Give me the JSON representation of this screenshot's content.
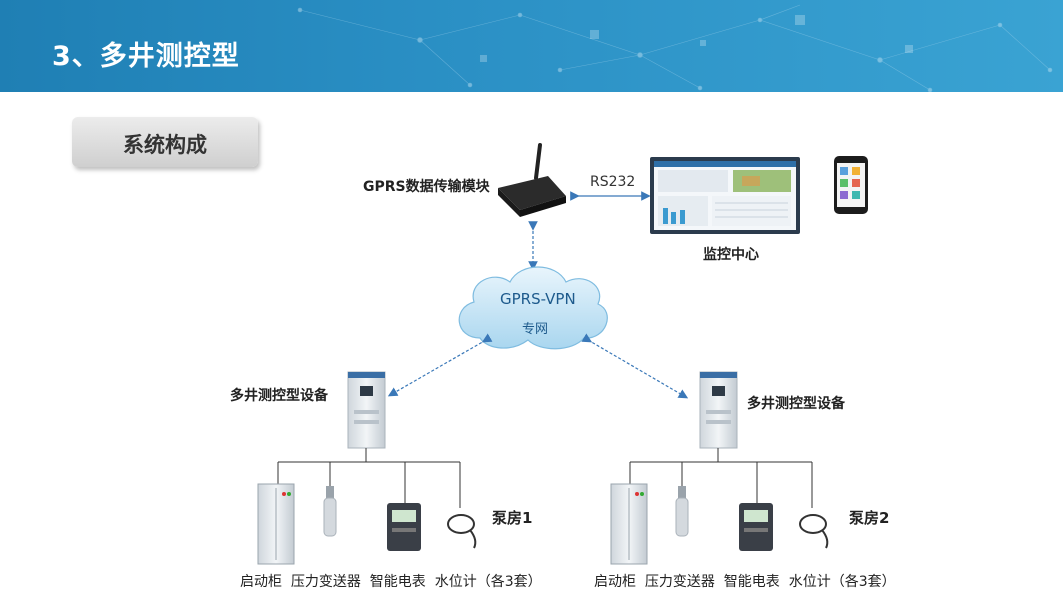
{
  "header": {
    "title": "3、多井测控型"
  },
  "section_tag": "系统构成",
  "nodes": {
    "gprs_module": "GPRS数据传输模块",
    "rs232": "RS232",
    "monitor_center": "监控中心",
    "cloud_line1": "GPRS-VPN",
    "cloud_line2": "专网",
    "device_left": "多井测控型设备",
    "device_right": "多井测控型设备"
  },
  "pump_room_1": {
    "label": "泵房1",
    "items_caption": "启动柜  压力变送器  智能电表  水位计（各3套）"
  },
  "pump_room_2": {
    "label": "泵房2",
    "items_caption": "启动柜  压力变送器  智能电表  水位计（各3套）"
  },
  "colors": {
    "banner": "#2a8fc4",
    "link": "#3a78b8",
    "accent": "#1f7fb4"
  }
}
